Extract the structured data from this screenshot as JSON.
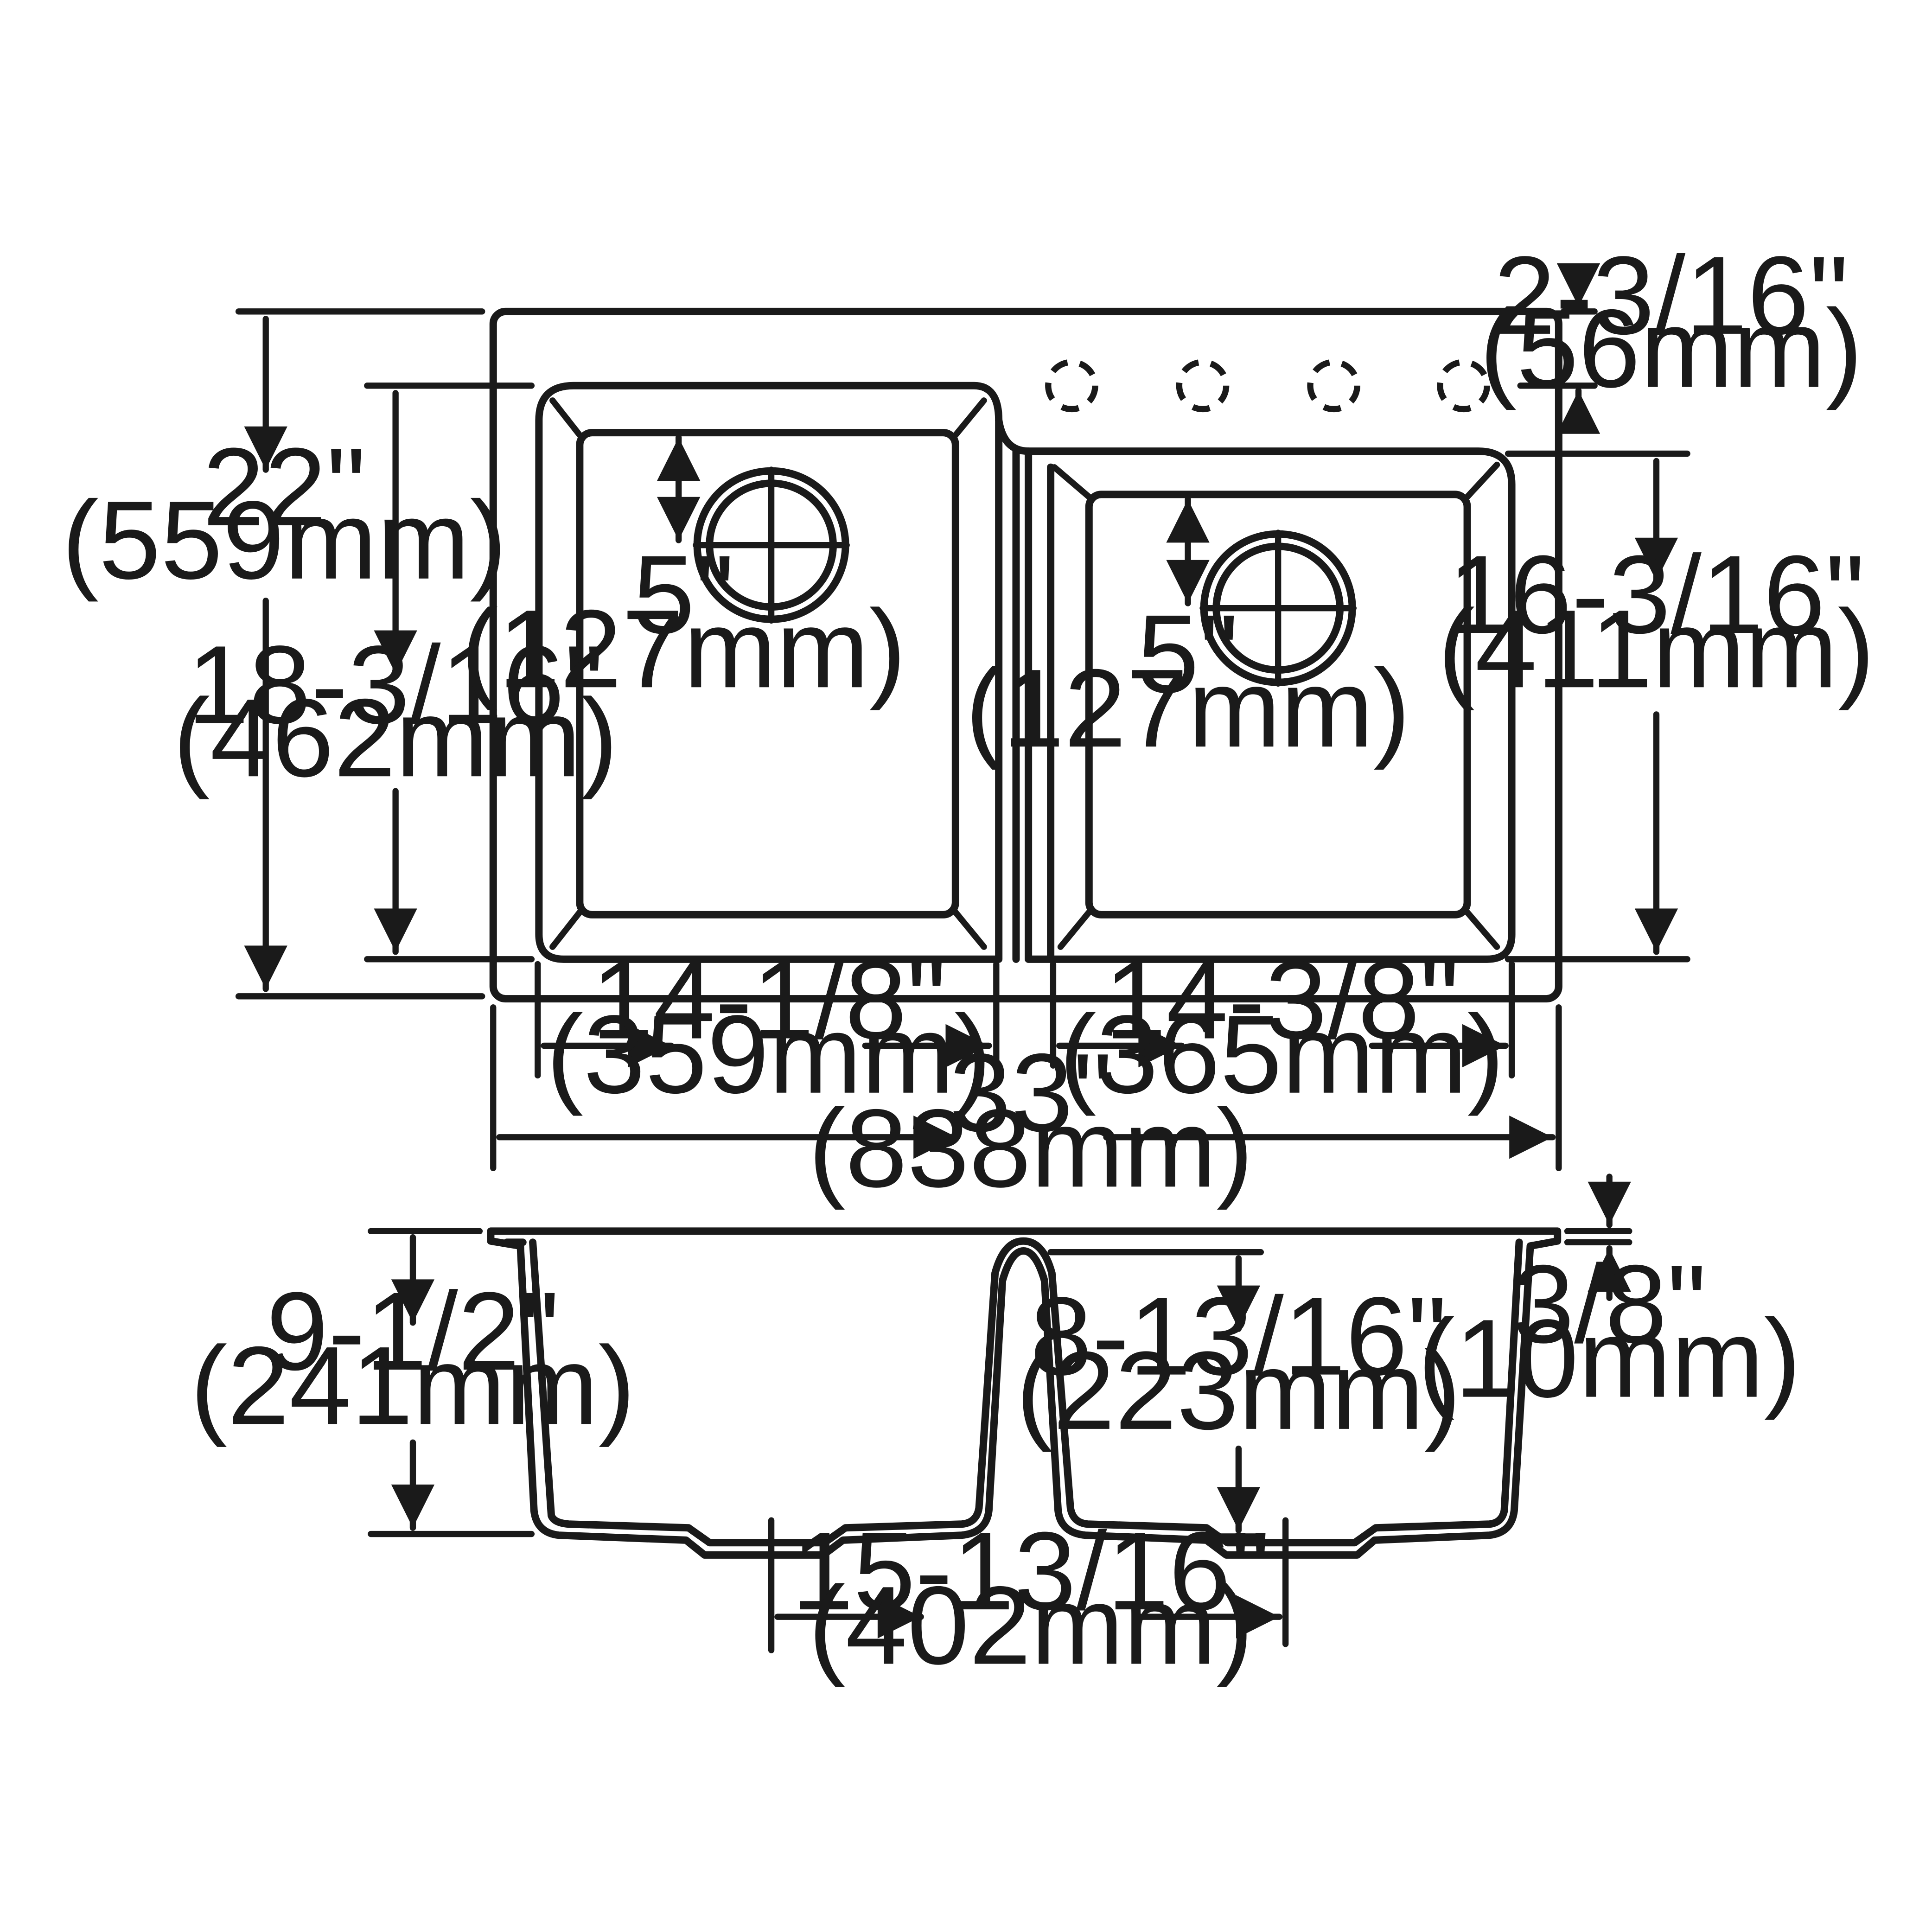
{
  "dimensions": {
    "overall_depth": {
      "imperial": "22\"",
      "metric": "(559mm)"
    },
    "left_bowl_depth": {
      "imperial": "18-3/16\"",
      "metric": "(462mm)"
    },
    "right_bowl_depth": {
      "imperial": "16-3/16\"",
      "metric": "(411mm)"
    },
    "faucet_setback": {
      "imperial": "2-3/16\"",
      "metric": "(56mm)"
    },
    "left_drain_offset": {
      "imperial": "5\"",
      "metric": "(127mm)"
    },
    "right_drain_offset": {
      "imperial": "5\"",
      "metric": "(127mm)"
    },
    "left_bowl_width": {
      "imperial": "14-1/8\"",
      "metric": "(359mm)"
    },
    "right_bowl_width": {
      "imperial": "14-3/8\"",
      "metric": "(365mm)"
    },
    "overall_width": {
      "imperial": "33\"",
      "metric": "(838mm)"
    },
    "left_bowl_height": {
      "imperial": "9-1/2\"",
      "metric": "(241mm)"
    },
    "right_bowl_height": {
      "imperial": "8-13/16\"",
      "metric": "(223mm)"
    },
    "rim_thickness": {
      "imperial": "3/8\"",
      "metric": "(10mm)"
    },
    "drain_spacing": {
      "imperial": "15-13/16\"",
      "metric": "(402mm)"
    }
  }
}
